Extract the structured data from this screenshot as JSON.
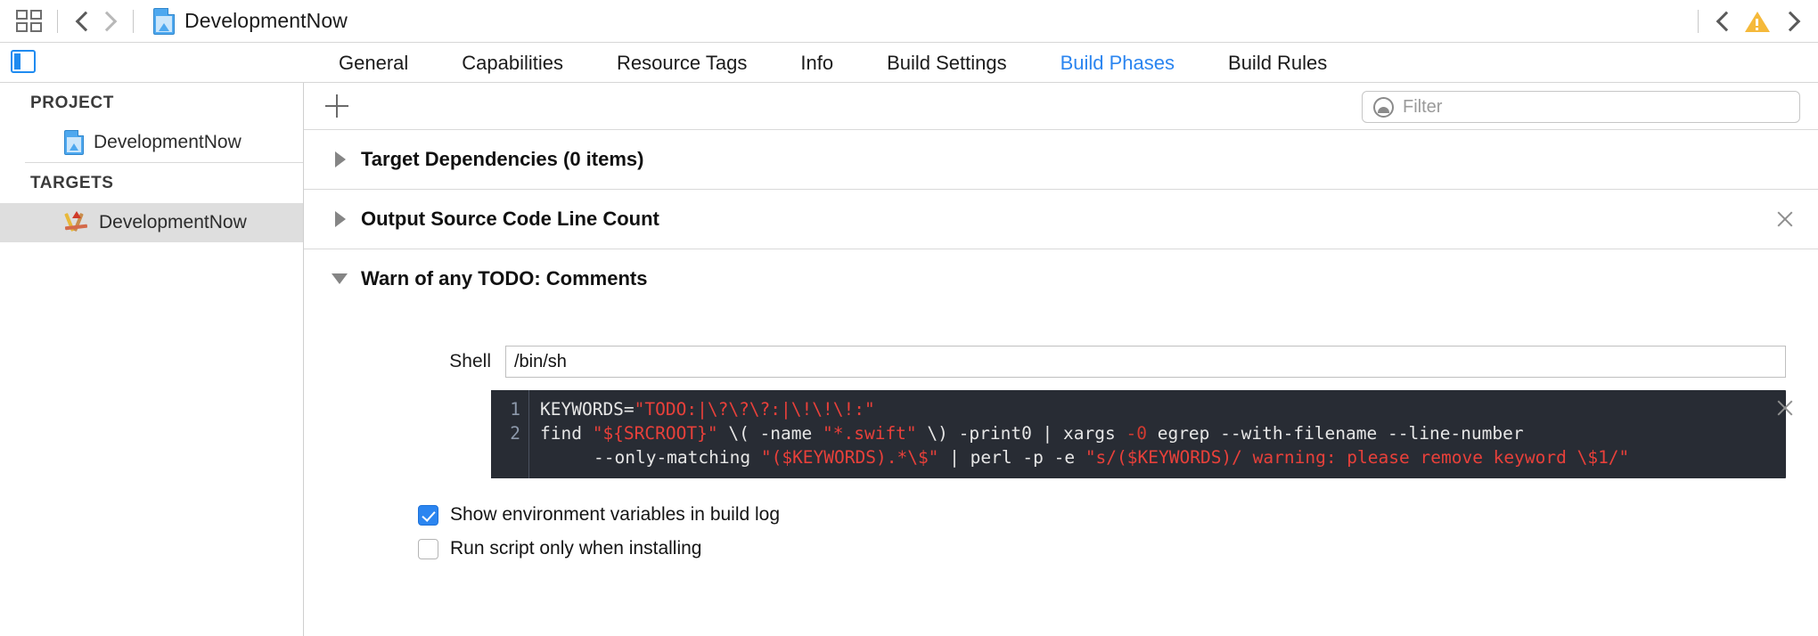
{
  "toolbar": {
    "grid_icon": "grid-view-icon",
    "back_icon": "chevron-left-icon",
    "forward_icon": "chevron-right-icon",
    "project_icon": "xcode-project-document-icon",
    "title": "DevelopmentNow",
    "warning_icon": "warning-triangle-icon",
    "right_back_icon": "chevron-left-icon",
    "right_forward_icon": "chevron-right-icon",
    "accent_color": "#2b85f0",
    "warning_color": "#f5b93a"
  },
  "tabbar": {
    "panel_toggle_icon": "navigator-panel-toggle-icon",
    "tabs": [
      {
        "label": "General",
        "active": false
      },
      {
        "label": "Capabilities",
        "active": false
      },
      {
        "label": "Resource Tags",
        "active": false
      },
      {
        "label": "Info",
        "active": false
      },
      {
        "label": "Build Settings",
        "active": false
      },
      {
        "label": "Build Phases",
        "active": true
      },
      {
        "label": "Build Rules",
        "active": false
      }
    ]
  },
  "sidebar": {
    "project_group_label": "PROJECT",
    "project_item": {
      "label": "DevelopmentNow",
      "icon": "xcode-project-document-icon"
    },
    "targets_group_label": "TARGETS",
    "target_item": {
      "label": "DevelopmentNow",
      "icon": "xcode-target-icon",
      "selected": true
    }
  },
  "main": {
    "add_button_icon": "plus-icon",
    "filter": {
      "icon": "filter-icon",
      "placeholder": "Filter",
      "value": ""
    },
    "phases": [
      {
        "title": "Target Dependencies (0 items)",
        "expanded": false,
        "closable": false
      },
      {
        "title": "Output Source Code Line Count",
        "expanded": false,
        "closable": true,
        "close_icon": "close-icon"
      },
      {
        "title": "Warn of any TODO: Comments",
        "expanded": true,
        "closable": true,
        "close_icon": "close-icon"
      }
    ],
    "script_phase": {
      "shell_label": "Shell",
      "shell_value": "/bin/sh",
      "code": {
        "line_numbers": [
          "1",
          "2"
        ],
        "line1": {
          "pre": "KEYWORDS=",
          "string": "\"TODO:|\\?\\?\\?:|\\!\\!\\!:\""
        },
        "line2": {
          "s1": "find ",
          "str1": "\"${SRCROOT}\"",
          "s2": " \\( -name ",
          "str2": "\"*.swift\"",
          "s3": " \\) -print0 | xargs ",
          "num1": "-0",
          "s4": " egrep --with-filename --line-number",
          "cont1_pre": "--only-matching ",
          "cont1_str": "\"($KEYWORDS).*\\$\"",
          "cont1_mid": " | perl -p -e ",
          "cont1_str2": "\"s/($KEYWORDS)/ warning: please remove keyword \\$1/\""
        }
      },
      "checkboxes": [
        {
          "label": "Show environment variables in build log",
          "checked": true
        },
        {
          "label": "Run script only when installing",
          "checked": false
        }
      ]
    }
  }
}
